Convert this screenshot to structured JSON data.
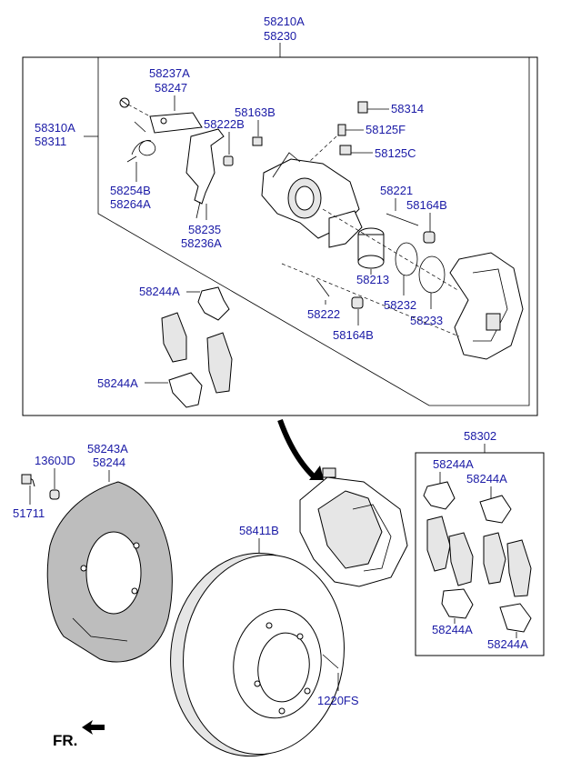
{
  "labels": {
    "top_a": "58210A",
    "top_b": "58230",
    "l58237A": "58237A",
    "l58247": "58247",
    "l58163B": "58163B",
    "l58314": "58314",
    "l58125F": "58125F",
    "l58222B": "58222B",
    "l58125C": "58125C",
    "l58310A": "58310A",
    "l58311": "58311",
    "l58254B": "58254B",
    "l58264A": "58264A",
    "l58221": "58221",
    "l58164B_a": "58164B",
    "l58235": "58235",
    "l58236A": "58236A",
    "l58213": "58213",
    "l58232": "58232",
    "l58233": "58233",
    "l58244A_1": "58244A",
    "l58222": "58222",
    "l58164B_b": "58164B",
    "l58244A_2": "58244A",
    "l58302": "58302",
    "l1360JD": "1360JD",
    "l58243A": "58243A",
    "l58244": "58244",
    "l51711": "51711",
    "l58411B": "58411B",
    "l58244A_3": "58244A",
    "l58244A_4": "58244A",
    "l58244A_5": "58244A",
    "l58244A_6": "58244A",
    "l1220FS": "1220FS",
    "fr": "FR."
  },
  "colors": {
    "callout": "#1a1aa6",
    "line": "#000000"
  }
}
